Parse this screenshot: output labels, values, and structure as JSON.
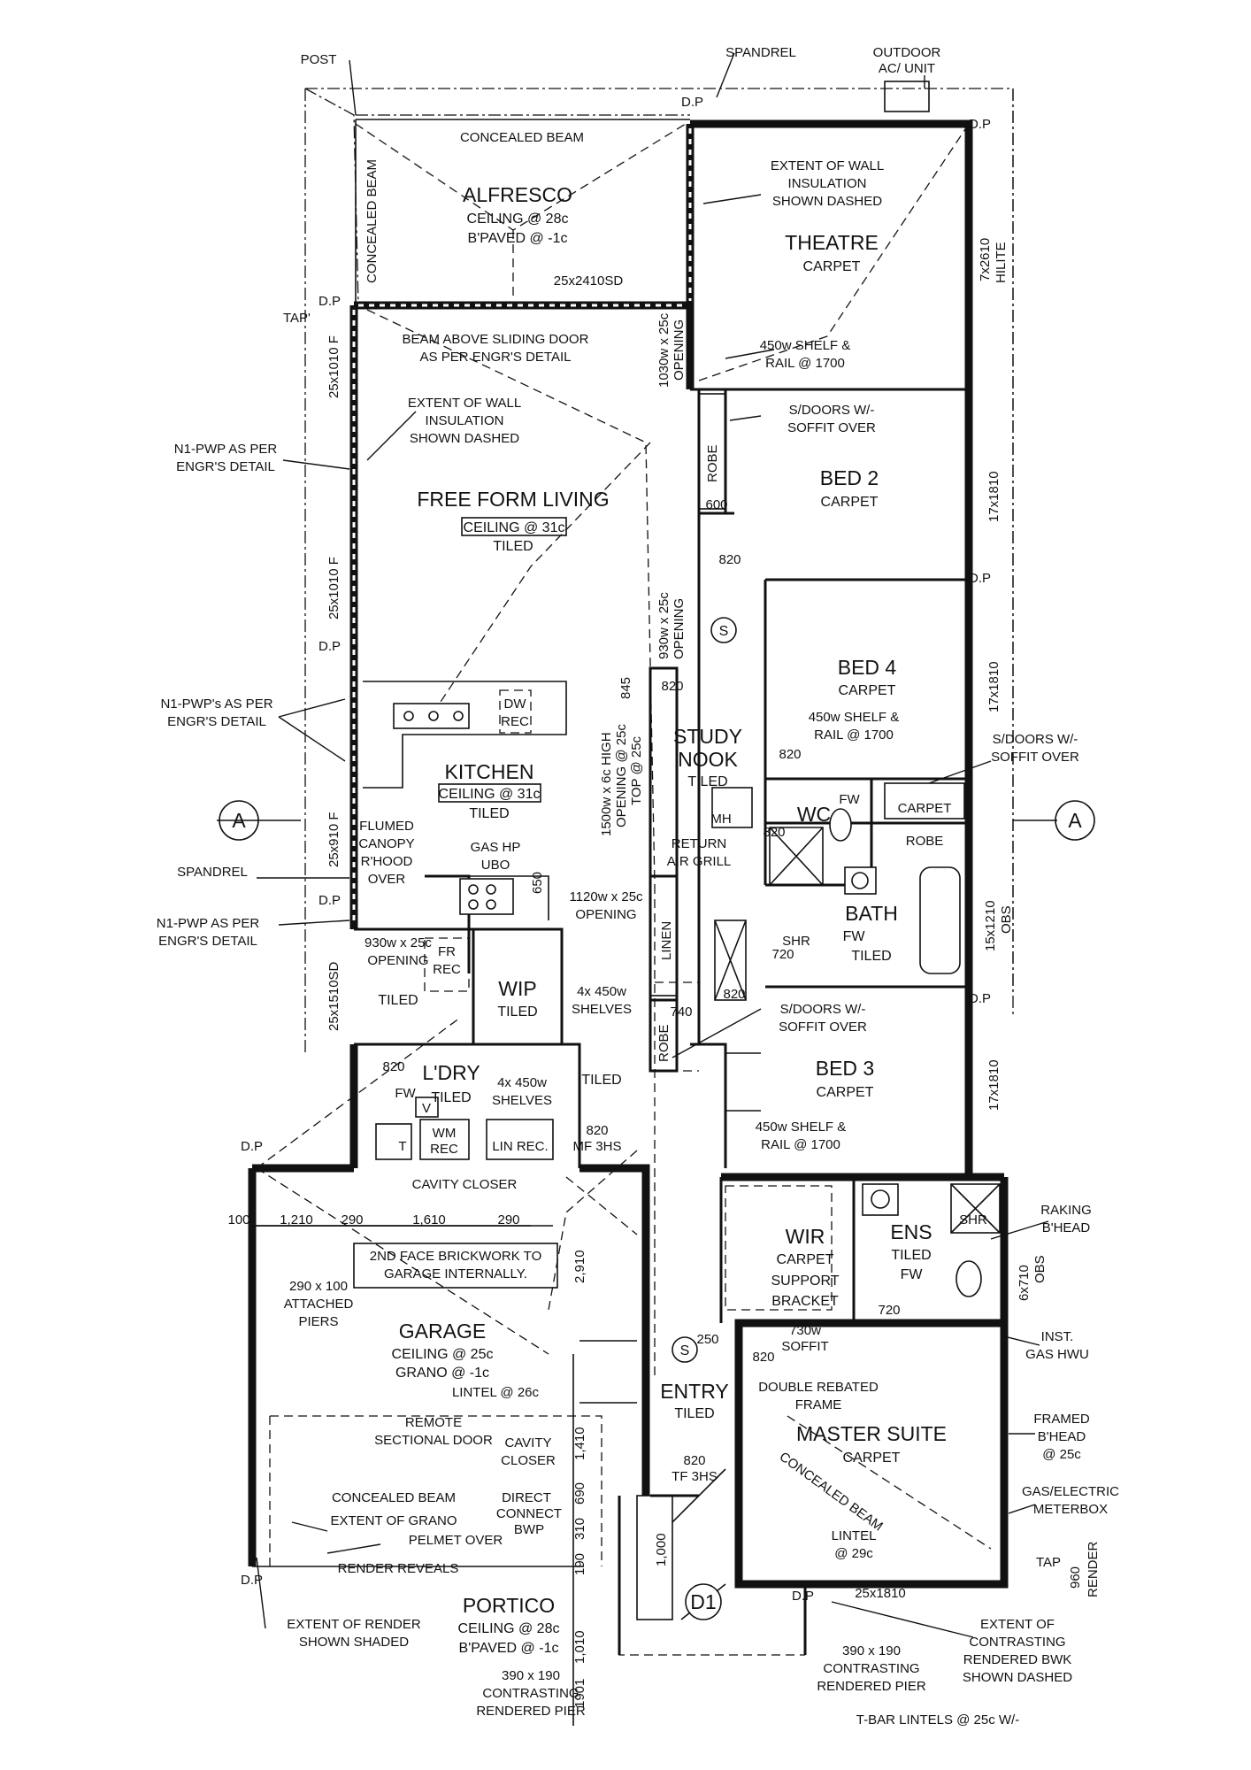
{
  "rooms": {
    "alfresco": {
      "name": "ALFRESCO",
      "line1": "CEILING @ 28c",
      "line2": "B'PAVED @ -1c"
    },
    "theatre": {
      "name": "THEATRE",
      "line1": "CARPET"
    },
    "bed2": {
      "name": "BED 2",
      "line1": "CARPET"
    },
    "bed4": {
      "name": "BED 4",
      "line1": "CARPET"
    },
    "bed3": {
      "name": "BED 3",
      "line1": "CARPET"
    },
    "living": {
      "name": "FREE FORM LIVING",
      "line1": "CEILING @ 31c",
      "line2": "TILED"
    },
    "kitchen": {
      "name": "KITCHEN",
      "line1": "CEILING @ 31c",
      "line2": "TILED"
    },
    "study": {
      "name": "STUDY",
      "line2": "NOOK",
      "line3": "TILED"
    },
    "wc": {
      "name": "WC"
    },
    "bath": {
      "name": "BATH",
      "line1": "FW",
      "line2": "TILED"
    },
    "wip": {
      "name": "WIP",
      "line1": "TILED"
    },
    "laundry": {
      "name": "L'DRY",
      "line1": "TILED"
    },
    "garage": {
      "name": "GARAGE",
      "line1": "CEILING @ 25c",
      "line2": "GRANO @ -1c"
    },
    "entry": {
      "name": "ENTRY",
      "line1": "TILED"
    },
    "wir": {
      "name": "WIR",
      "line1": "CARPET",
      "line2": "SUPPORT",
      "line3": "BRACKET"
    },
    "ens": {
      "name": "ENS",
      "line1": "TILED",
      "line2": "FW"
    },
    "master": {
      "name": "MASTER SUITE",
      "line1": "CARPET"
    },
    "portico": {
      "name": "PORTICO",
      "line1": "CEILING @ 28c",
      "line2": "B'PAVED @ -1c"
    }
  },
  "annotations": {
    "post": "POST",
    "spandrel_top": "SPANDREL",
    "outdoor_ac": [
      "OUTDOOR",
      "AC/ UNIT"
    ],
    "dp": "D.P",
    "concealed_beam_top": "CONCEALED BEAM",
    "concealed_beam_side": "CONCEALED BEAM",
    "sliding_door": "25x2410SD",
    "tap_top": "TAP'",
    "extent_wall_ins_1": [
      "EXTENT OF WALL",
      "INSULATION",
      "SHOWN DASHED"
    ],
    "extent_wall_ins_2": [
      "EXTENT OF WALL",
      "INSULATION",
      "SHOWN DASHED"
    ],
    "beam_above": [
      "BEAM ABOVE SLIDING DOOR",
      "AS PER ENGR'S DETAIL"
    ],
    "opening_1030": [
      "1030w x 25c",
      "OPENING"
    ],
    "shelf_theatre": [
      "450w SHELF &",
      "RAIL @ 1700"
    ],
    "n1_pwp_1": [
      "N1-PWP AS PER",
      "ENGR'S DETAIL"
    ],
    "n1_pwps": [
      "N1-PWP's AS PER",
      "ENGR'S DETAIL"
    ],
    "n1_pwp_2": [
      "N1-PWP AS PER",
      "ENGR'S DETAIL"
    ],
    "spandrel_left": "SPANDREL",
    "win_25x1010_a": "25x1010 F",
    "win_25x1010_b": "25x1010 F",
    "win_25x910": "25x910 F",
    "win_25x1510": "25x1510SD",
    "win_7x2610": "7x2610",
    "hilite": "HILITE",
    "win_17x1810_a": "17x1810",
    "win_17x1810_b": "17x1810",
    "win_17x1810_c": "17x1810",
    "win_15x1210": "15x1210",
    "obs_bath": "OBS",
    "win_6x710": "6x710",
    "obs_ens": "OBS",
    "robe": "ROBE",
    "s_doors_1": [
      "S/DOORS W/-",
      "SOFFIT OVER"
    ],
    "s_doors_2": [
      "S/DOORS W/-",
      "SOFFIT OVER"
    ],
    "s_doors_3": [
      "S/DOORS W/-",
      "SOFFIT OVER"
    ],
    "opening_930": [
      "930w x 25c",
      "OPENING"
    ],
    "opening_1500": [
      "1500w x 6c HIGH",
      "OPENING @ 25c",
      "TOP @ 25c"
    ],
    "opening_1120": [
      "1120w x 25c",
      "OPENING"
    ],
    "opening_930b": [
      "930w x 25c",
      "OPENING"
    ],
    "dw_rec": [
      "DW",
      "REC"
    ],
    "shelf_bed4": [
      "450w SHELF &",
      "RAIL @ 1700"
    ],
    "shelf_bed3": [
      "450w SHELF &",
      "RAIL @ 1700"
    ],
    "carpet_robe": "CARPET",
    "mh": "MH",
    "return_air": [
      "RETURN",
      "AIR GRILL"
    ],
    "flumed": [
      "FLUMED",
      "CANOPY",
      "R'HOOD",
      "OVER"
    ],
    "gas_hp": [
      "GAS HP",
      "UBO"
    ],
    "fr_rec": [
      "FR",
      "REC"
    ],
    "tiled_left": "TILED",
    "tiled_hall": "TILED",
    "shelves_wip": [
      "4x 450w",
      "SHELVES"
    ],
    "shelves_ldry": [
      "4x 450w",
      "SHELVES"
    ],
    "linen": "LINEN",
    "shr": "SHR",
    "fw": "FW",
    "v": "V",
    "t": "T",
    "wm_rec": [
      "WM",
      "REC"
    ],
    "lin_rec": "LIN REC.",
    "mf_3hs": [
      "820",
      "MF 3HS"
    ],
    "tf_3hs": [
      "820",
      "TF 3HS"
    ],
    "cavity_closer_top": "CAVITY CLOSER",
    "cavity_closer_mid": [
      "CAVITY",
      "CLOSER"
    ],
    "second_face": [
      "2ND FACE BRICKWORK TO",
      "GARAGE INTERNALLY."
    ],
    "attached_piers": [
      "290 x 100",
      "ATTACHED",
      "PIERS"
    ],
    "lintel_26": "LINTEL @ 26c",
    "remote_door": [
      "REMOTE",
      "SECTIONAL DOOR"
    ],
    "concealed_beam_garage": "CONCEALED BEAM",
    "extent_grano": "EXTENT OF GRANO",
    "pelmet": "PELMET OVER",
    "direct_connect": [
      "DIRECT",
      "CONNECT",
      "BWP"
    ],
    "render_reveals": "RENDER REVEALS",
    "extent_render": [
      "EXTENT OF RENDER",
      "SHOWN SHADED"
    ],
    "contrast_pier_l": [
      "390 x 190",
      "CONTRASTING",
      "RENDERED PIER"
    ],
    "contrast_pier_r": [
      "390 x 190",
      "CONTRASTING",
      "RENDERED PIER"
    ],
    "extent_contrast": [
      "EXTENT OF",
      "CONTRASTING",
      "RENDERED BWK",
      "SHOWN DASHED"
    ],
    "tbar": "T-BAR LINTELS @ 25c W/-",
    "soffit_730": [
      "730w",
      "SOFFIT"
    ],
    "double_rebated": [
      "DOUBLE REBATED",
      "FRAME"
    ],
    "concealed_beam_master": "CONCEALED BEAM",
    "lintel_29": [
      "LINTEL",
      "@ 29c"
    ],
    "raking": [
      "RAKING",
      "B'HEAD"
    ],
    "inst_gas": [
      "INST.",
      "GAS HWU"
    ],
    "framed_bhead": [
      "FRAMED",
      "B'HEAD",
      "@ 25c"
    ],
    "gas_meter": [
      "GAS/ELECTRIC",
      "METERBOX"
    ],
    "tap_bottom": "TAP",
    "render_960": [
      "960",
      "RENDER"
    ],
    "win_25x1810": "25x1810",
    "d1": "D1",
    "s": "S",
    "section_a": "A"
  },
  "dimensions": {
    "d600": "600",
    "d820": "820",
    "d845": "845",
    "d650": "650",
    "d720": "720",
    "d740": "740",
    "d250": "250",
    "d2910": "2,910",
    "d1000": "1,000",
    "d100": "100",
    "d1210": "1,210",
    "d290": "290",
    "d1610": "1,610",
    "d1010": "1,010",
    "d1901": "1901",
    "d1410": "1,410",
    "d690": "690",
    "d310": "310",
    "d190": "190"
  }
}
